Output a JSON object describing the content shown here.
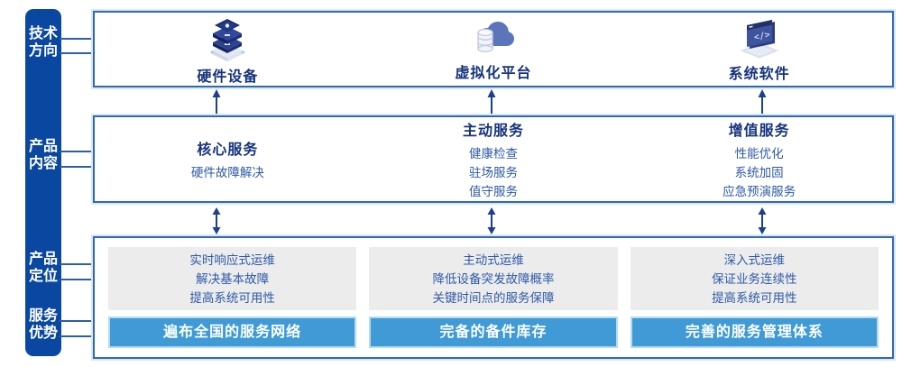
{
  "colors": {
    "sidebar_bg": "#0a47a0",
    "box_border": "#2f6ab0",
    "box_glow": "#d9e7f5",
    "title_navy": "#16337d",
    "item_blue": "#2d5aa8",
    "panel_gray": "#ececec",
    "banner_blue": "#3f9ad6",
    "banner_border": "#b4daf2",
    "arrow_navy": "#1c3f8f"
  },
  "sidebar": {
    "labels": [
      {
        "line1": "技术",
        "line2": "方向"
      },
      {
        "line1": "产品",
        "line2": "内容"
      },
      {
        "line1": "产品",
        "line2": "定位"
      },
      {
        "line1": "服务",
        "line2": "优势"
      }
    ]
  },
  "tech_box": {
    "items": [
      {
        "icon": "server-stack-icon",
        "label": "硬件设备"
      },
      {
        "icon": "cloud-database-icon",
        "label": "虚拟化平台"
      },
      {
        "icon": "code-window-icon",
        "label": "系统软件"
      }
    ]
  },
  "content_box": {
    "columns": [
      {
        "title": "核心服务",
        "items": [
          "硬件故障解决"
        ]
      },
      {
        "title": "主动服务",
        "items": [
          "健康检查",
          "驻场服务",
          "值守服务"
        ]
      },
      {
        "title": "增值服务",
        "items": [
          "性能优化",
          "系统加固",
          "应急预演服务"
        ]
      }
    ]
  },
  "bottom_box": {
    "columns": [
      {
        "position": [
          "实时响应式运维",
          "解决基本故障",
          "提高系统可用性"
        ],
        "advantage": "遍布全国的服务网络"
      },
      {
        "position": [
          "主动式运维",
          "降低设备突发故障概率",
          "关键时间点的服务保障"
        ],
        "advantage": "完备的备件库存"
      },
      {
        "position": [
          "深入式运维",
          "保证业务连续性",
          "提高系统可用性"
        ],
        "advantage": "完善的服务管理体系"
      }
    ]
  },
  "icons": {
    "code_glyph": "</>"
  }
}
